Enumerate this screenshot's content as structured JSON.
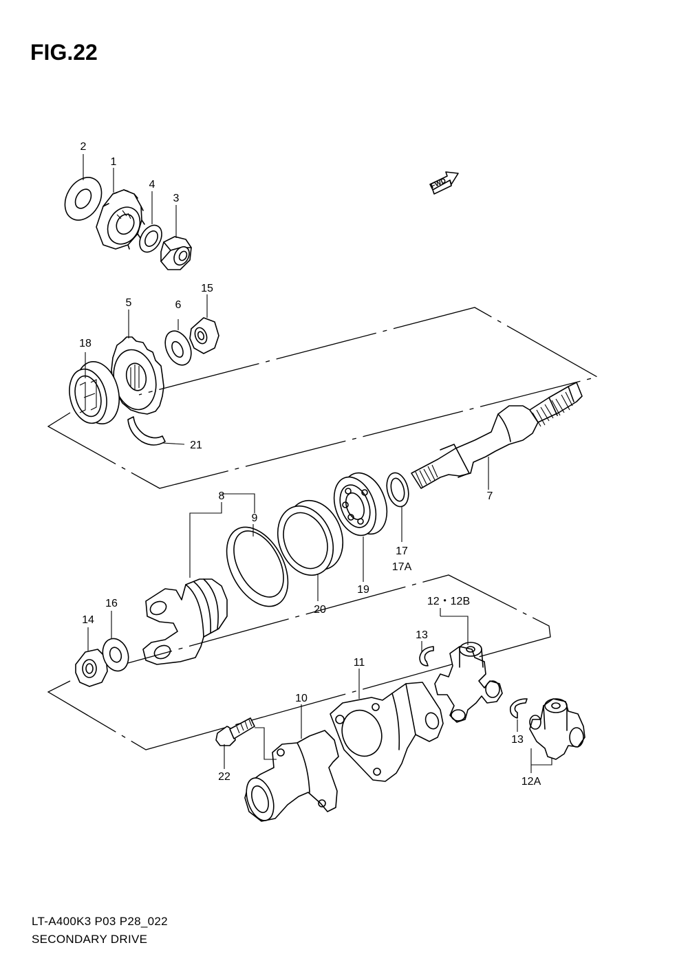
{
  "figure": {
    "title": "FIG.22",
    "code": "LT-A400K3 P03 P28_022",
    "name": "SECONDARY DRIVE",
    "fwd": "FWD"
  },
  "labels": {
    "p1": "1",
    "p2": "2",
    "p3": "3",
    "p4": "4",
    "p5": "5",
    "p6": "6",
    "p7": "7",
    "p8": "8",
    "p9": "9",
    "p10": "10",
    "p11": "11",
    "p12": "12・12B",
    "p12a": "12A",
    "p13a": "13",
    "p13b": "13",
    "p14": "14",
    "p15": "15",
    "p16": "16",
    "p17": "17",
    "p17a": "17A",
    "p18": "18",
    "p19": "19",
    "p20": "20",
    "p21": "21",
    "p22": "22"
  }
}
